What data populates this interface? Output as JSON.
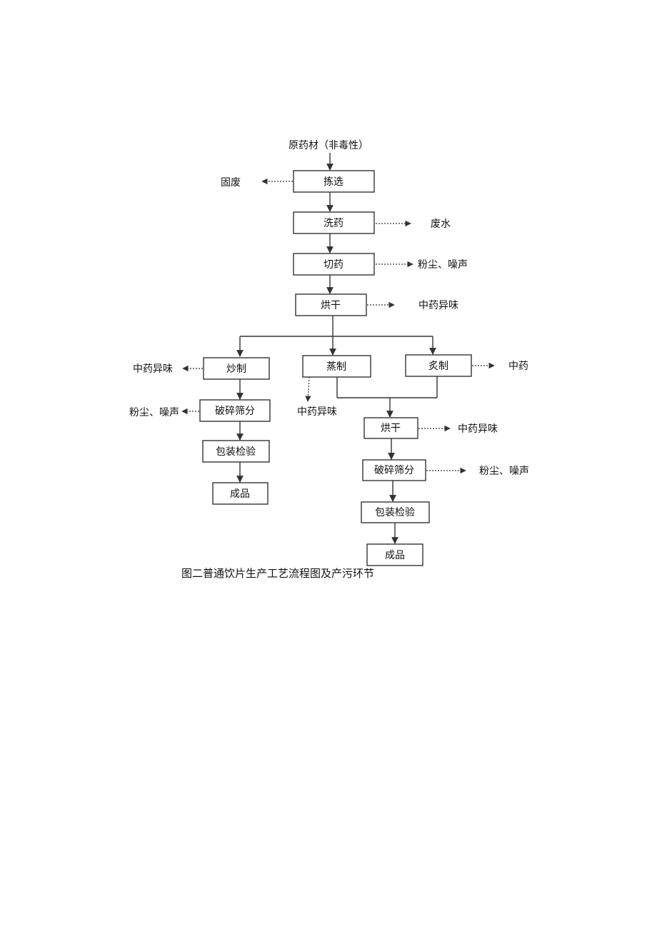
{
  "title": "原药材（非毒性）",
  "steps": {
    "pick": "拣选",
    "wash": "洗药",
    "cut": "切药",
    "dry": "烘干",
    "fry": "炒制",
    "steam": "蒸制",
    "roast": "炙制",
    "crush_left": "破碎筛分",
    "pack_left": "包装检验",
    "product_left": "成品",
    "dry2": "烘干",
    "crush_right": "破碎筛分",
    "pack_right": "包装检验",
    "product_right": "成品"
  },
  "outputs": {
    "solid_waste": "固废",
    "wastewater": "废水",
    "dust_noise_cut": "粉尘、噪声",
    "odor_dry": "中药异味",
    "odor_fry": "中药异味",
    "dust_noise_left": "粉尘、噪声",
    "odor_steam": "中药异味",
    "odor_roast": "中药",
    "odor_dry2": "中药异味",
    "dust_noise_right": "粉尘、噪声"
  },
  "caption": "图二普通饮片生产工艺流程图及产污环节"
}
